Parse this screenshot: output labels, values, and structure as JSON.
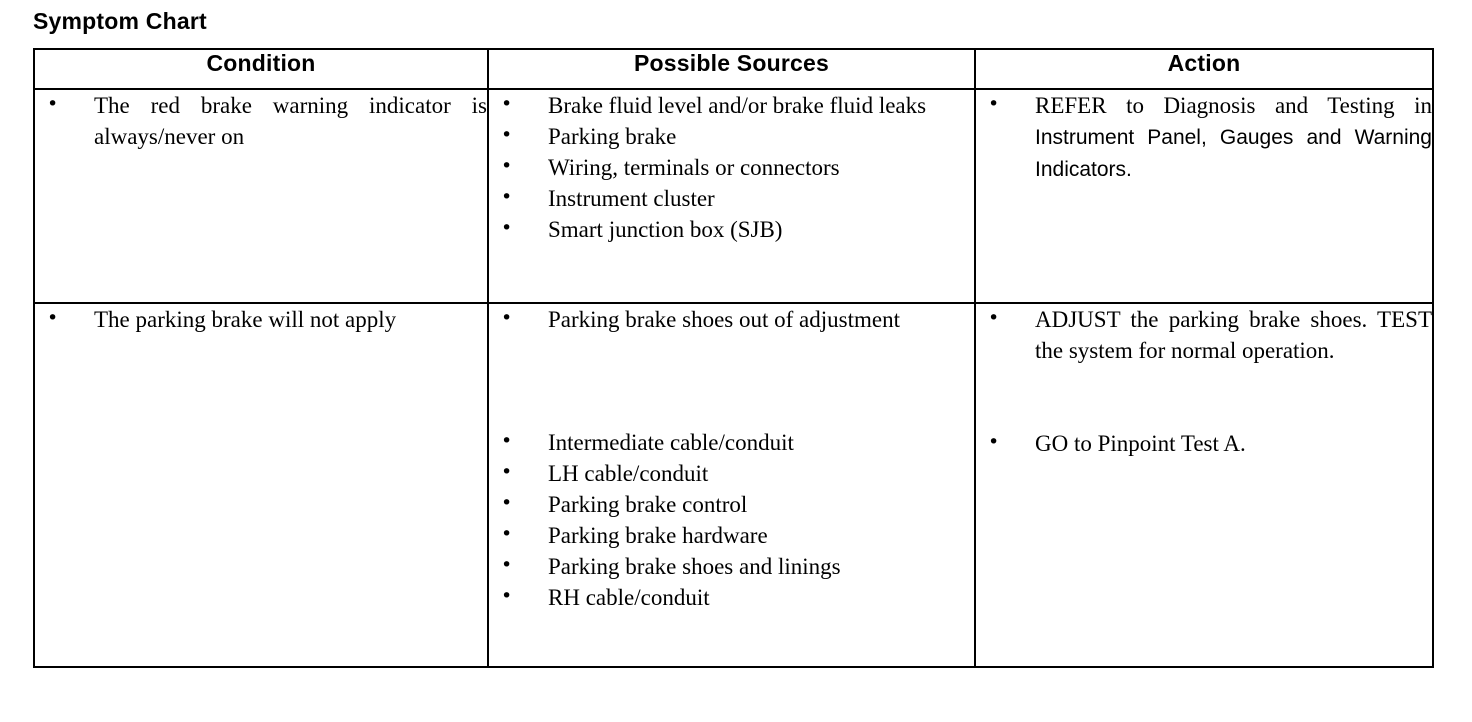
{
  "document": {
    "title": "Symptom Chart"
  },
  "table": {
    "headers": [
      "Condition",
      "Possible Sources",
      "Action"
    ],
    "rows": [
      {
        "id": "row-red-brake-warning-indicator",
        "condition": [
          "The red brake warning indicator is always/never on"
        ],
        "sources": [
          "Brake fluid level and/or brake fluid leaks",
          "Parking brake",
          "Wiring, terminals or connectors",
          "Instrument cluster",
          "Smart junction box (SJB)"
        ],
        "actions": [
          {
            "lead": "REFER to Diagnosis and Testing in ",
            "xref": "Instrument Panel, Gauges and Warning Indicators."
          }
        ]
      },
      {
        "id": "row-parking-brake-will-not-apply",
        "condition": [
          "The parking brake will not apply"
        ],
        "sources_group_1": [
          "Parking brake shoes out of adjustment"
        ],
        "sources_group_2": [
          "Intermediate cable/conduit",
          "LH cable/conduit",
          "Parking brake control",
          "Parking brake hardware",
          "Parking brake shoes and linings",
          "RH cable/conduit"
        ],
        "actions_group_1": [
          "ADJUST the parking brake shoes. TEST the system for normal operation."
        ],
        "actions_group_2": [
          "GO to Pinpoint Test A."
        ]
      }
    ]
  },
  "style": {
    "border_color": "#000000",
    "text_color": "#000000",
    "background": "#ffffff",
    "bullet_glyph": "•"
  }
}
